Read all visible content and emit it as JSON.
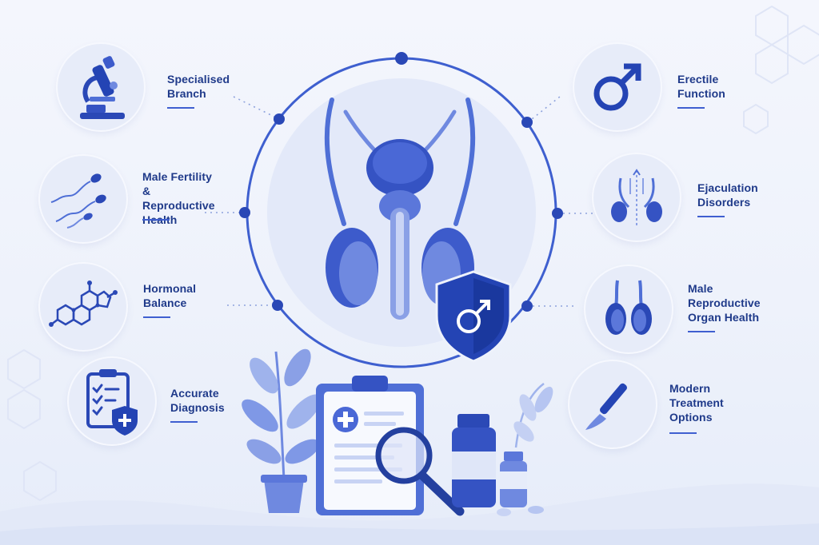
{
  "left_items": [
    {
      "id": "specialised-branch",
      "label": "Specialised\nBranch",
      "icon": "microscope-icon"
    },
    {
      "id": "male-fertility",
      "label": "Male Fertility\n& Reproductive\nHealth",
      "icon": "sperm-icon"
    },
    {
      "id": "hormonal-balance",
      "label": "Hormonal\nBalance",
      "icon": "molecule-icon"
    },
    {
      "id": "accurate-diagnosis",
      "label": "Accurate\nDiagnosis",
      "icon": "clipboard-shield-icon"
    }
  ],
  "right_items": [
    {
      "id": "erectile-function",
      "label": "Erectile\nFunction",
      "icon": "male-symbol-icon"
    },
    {
      "id": "ejaculation-disorders",
      "label": "Ejaculation\nDisorders",
      "icon": "reproductive-ducts-icon"
    },
    {
      "id": "male-reproductive-organ-health",
      "label": "Male\nReproductive\nOrgan Health",
      "icon": "testes-icon"
    },
    {
      "id": "modern-treatment-options",
      "label": "Modern\nTreatment\nOptions",
      "icon": "scalpel-icon"
    }
  ],
  "colors": {
    "primary": "#2948b8",
    "light": "#7f98e6",
    "bg": "#eef2fb",
    "accent": "#1f3a8a"
  }
}
